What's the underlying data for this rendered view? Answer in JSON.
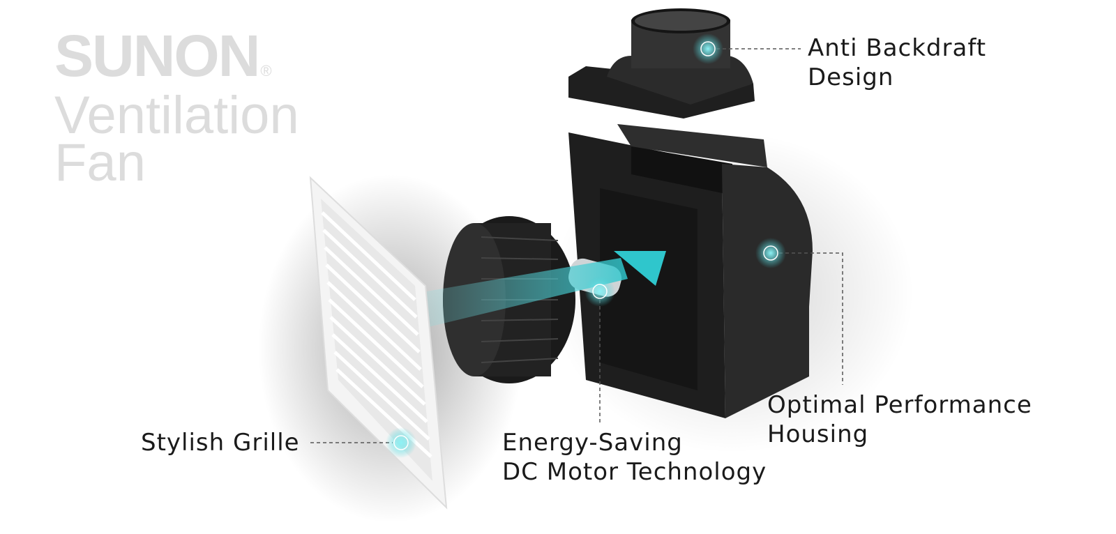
{
  "brand": {
    "name": "SUNON",
    "registered_mark": "®",
    "product_line1": "Ventilation",
    "product_line2": "Fan"
  },
  "callouts": [
    {
      "id": "backdraft",
      "line1": "Anti Backdraft",
      "line2": "Design"
    },
    {
      "id": "housing",
      "line1": "Optimal Performance",
      "line2": "Housing"
    },
    {
      "id": "motor",
      "line1": "Energy-Saving",
      "line2": "DC Motor Technology"
    },
    {
      "id": "grille",
      "line1": "Stylish Grille"
    }
  ],
  "colors": {
    "accent": "#3fd3d8",
    "logo_gray": "#dcdcdc",
    "part_dark": "#2a2a2a"
  }
}
